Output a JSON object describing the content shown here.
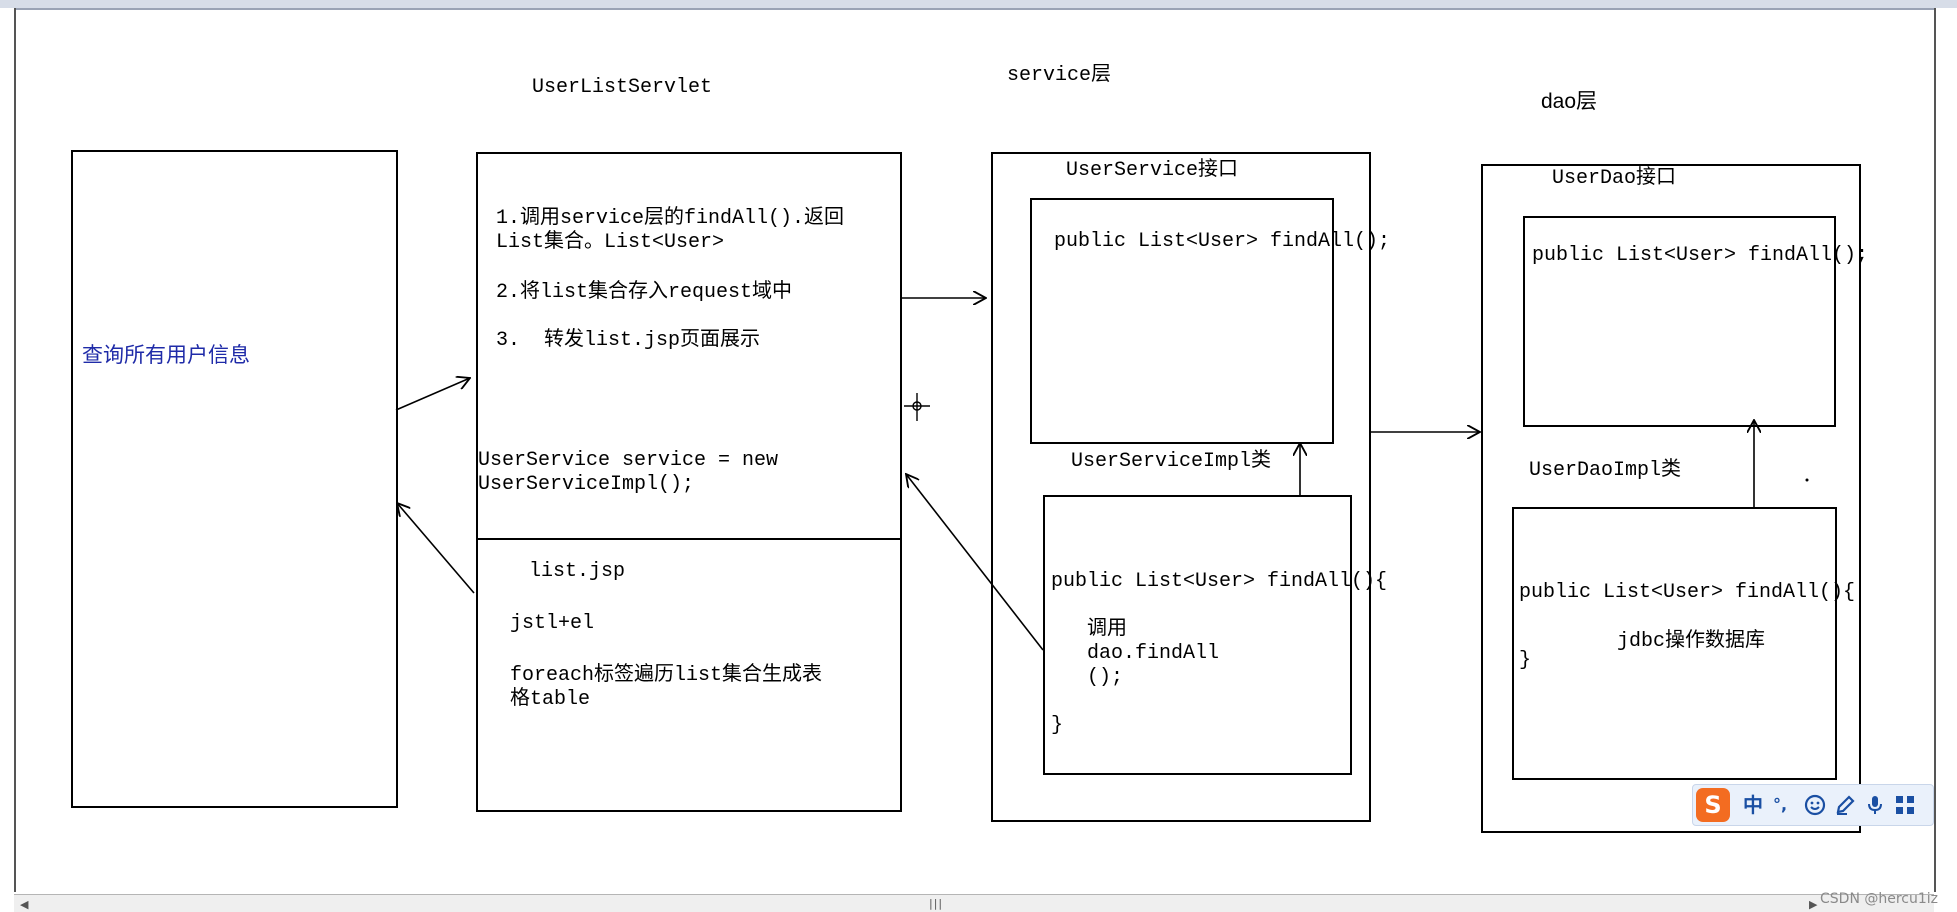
{
  "client": {
    "label": "查询所有用户信息",
    "label_color": "#1f2ba8"
  },
  "servlet": {
    "title": "UserListServlet",
    "steps": [
      "1.调用service层的findAll().返回\nList集合。List<User>",
      "2.将list集合存入request域中",
      "3.  转发list.jsp页面展示"
    ],
    "code": "UserService service = new\nUserServiceImpl();"
  },
  "jsp": {
    "title": "list.jsp",
    "tech": "jstl+el",
    "desc": "foreach标签遍历list集合生成表\n格table"
  },
  "service_layer": {
    "title": "service层",
    "interface_title": "UserService接口",
    "interface_method": "public List<User> findAll();",
    "impl_title": "UserServiceImpl类",
    "impl_code": "public List<User> findAll(){\n\n   调用\n   dao.findAll\n   ();\n\n}"
  },
  "dao_layer": {
    "title": "dao层",
    "interface_title": "UserDao接口",
    "interface_method": "public List<User> findAll();",
    "impl_title": "UserDaoImpl类",
    "impl_code_open": "public List<User> findAll(){",
    "impl_code_body": "jdbc操作数据库",
    "impl_code_close": "}"
  },
  "ime_toolbar": {
    "logo_letter": "S",
    "mode": "中",
    "punct": "°,",
    "accent_color": "#f36c21",
    "icons": [
      "smiley-icon",
      "pen-icon",
      "microphone-icon",
      "grid-icon"
    ]
  },
  "watermark": "CSDN @hercu1iz"
}
